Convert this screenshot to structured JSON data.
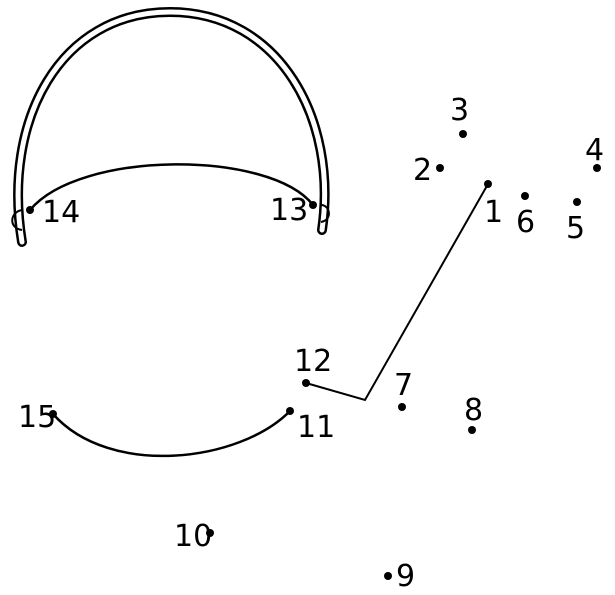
{
  "colors": {
    "ink": "#000000",
    "paper": "#ffffff"
  },
  "dots": [
    {
      "label": "1"
    },
    {
      "label": "2"
    },
    {
      "label": "3"
    },
    {
      "label": "4"
    },
    {
      "label": "5"
    },
    {
      "label": "6"
    },
    {
      "label": "7"
    },
    {
      "label": "8"
    },
    {
      "label": "9"
    },
    {
      "label": "10"
    },
    {
      "label": "11"
    },
    {
      "label": "12"
    },
    {
      "label": "13"
    },
    {
      "label": "14"
    },
    {
      "label": "15"
    }
  ]
}
